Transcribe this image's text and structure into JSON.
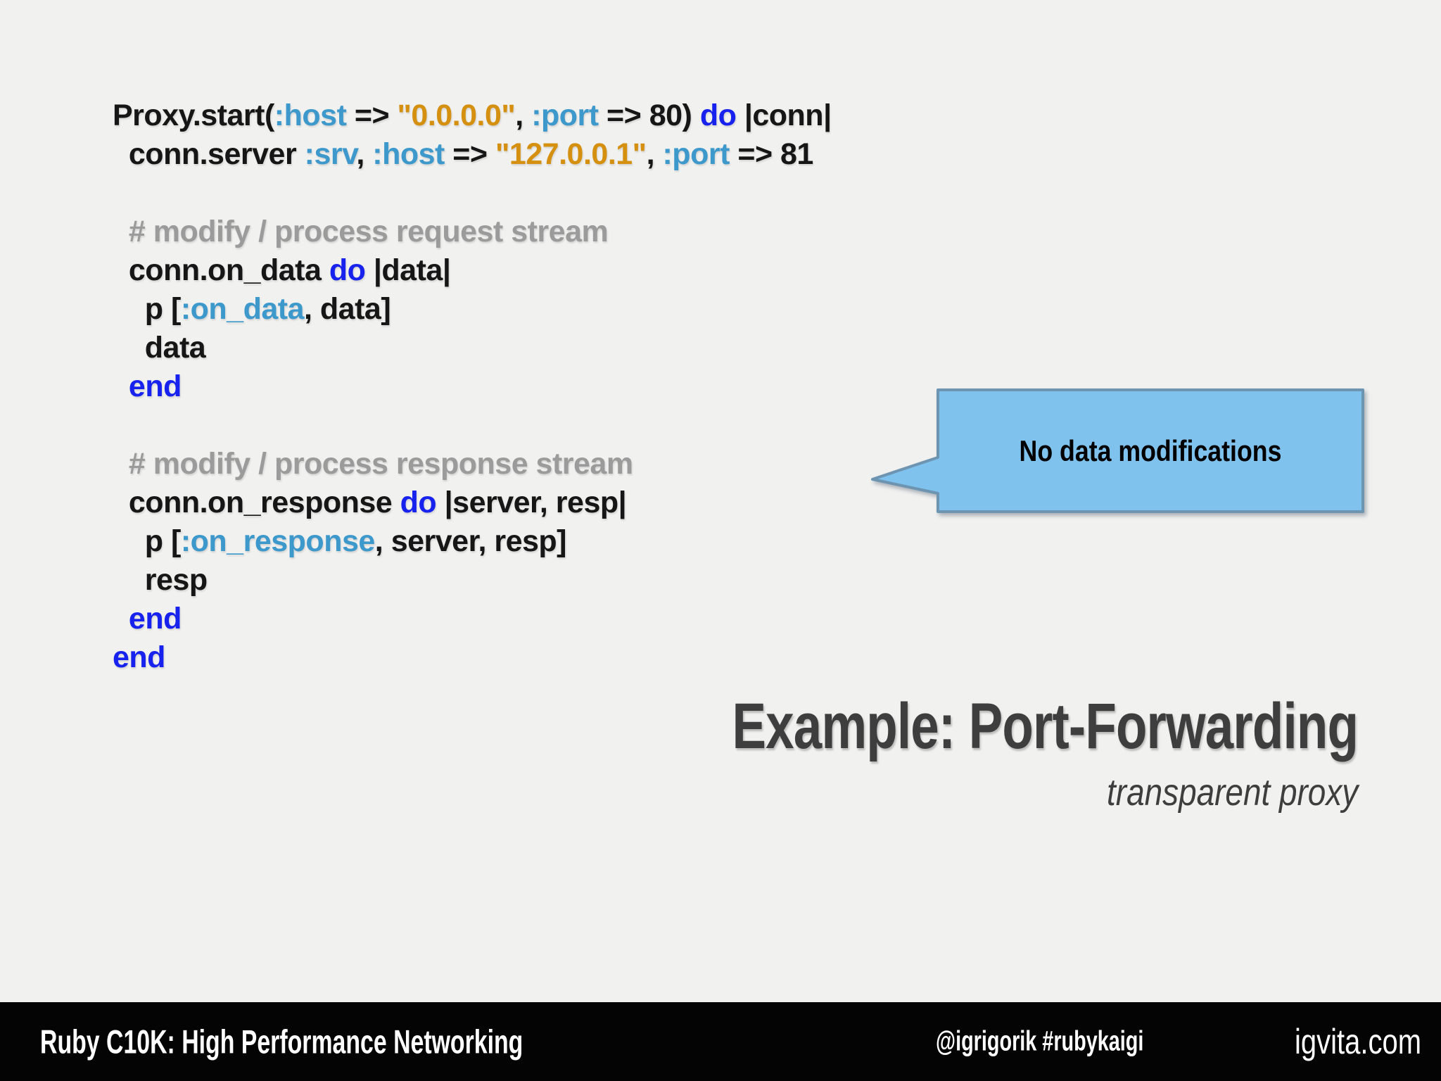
{
  "slide": {
    "background_color": "#f1f1f0",
    "code": {
      "syntax_colors": {
        "plain": "#161616",
        "symbol": "#3d99cc",
        "string": "#d4900e",
        "keyword": "#1822ee",
        "comment": "#9c9b9b"
      },
      "lines": [
        {
          "segments": [
            {
              "text": "Proxy.start(",
              "style": "plain"
            },
            {
              "text": ":host",
              "style": "symbol"
            },
            {
              "text": " => ",
              "style": "plain"
            },
            {
              "text": "\"0.0.0.0\"",
              "style": "string"
            },
            {
              "text": ", ",
              "style": "plain"
            },
            {
              "text": ":port",
              "style": "symbol"
            },
            {
              "text": " => 80) ",
              "style": "plain"
            },
            {
              "text": "do",
              "style": "keyword"
            },
            {
              "text": " |conn|",
              "style": "plain"
            }
          ]
        },
        {
          "segments": [
            {
              "text": "  conn.server ",
              "style": "plain"
            },
            {
              "text": ":srv",
              "style": "symbol"
            },
            {
              "text": ", ",
              "style": "plain"
            },
            {
              "text": ":host",
              "style": "symbol"
            },
            {
              "text": " => ",
              "style": "plain"
            },
            {
              "text": "\"127.0.0.1\"",
              "style": "string"
            },
            {
              "text": ", ",
              "style": "plain"
            },
            {
              "text": ":port",
              "style": "symbol"
            },
            {
              "text": " => 81",
              "style": "plain"
            }
          ]
        },
        {
          "segments": []
        },
        {
          "segments": [
            {
              "text": "  # modify / process request stream",
              "style": "comment"
            }
          ]
        },
        {
          "segments": [
            {
              "text": "  conn.on_data ",
              "style": "plain"
            },
            {
              "text": "do",
              "style": "keyword"
            },
            {
              "text": " |data|",
              "style": "plain"
            }
          ]
        },
        {
          "segments": [
            {
              "text": "    p [",
              "style": "plain"
            },
            {
              "text": ":on_data",
              "style": "symbol"
            },
            {
              "text": ", data]",
              "style": "plain"
            }
          ]
        },
        {
          "segments": [
            {
              "text": "    data",
              "style": "plain"
            }
          ]
        },
        {
          "segments": [
            {
              "text": "  ",
              "style": "plain"
            },
            {
              "text": "end",
              "style": "keyword"
            }
          ]
        },
        {
          "segments": []
        },
        {
          "segments": [
            {
              "text": "  # modify / process response stream",
              "style": "comment"
            }
          ]
        },
        {
          "segments": [
            {
              "text": "  conn.on_response ",
              "style": "plain"
            },
            {
              "text": "do",
              "style": "keyword"
            },
            {
              "text": " |server, resp|",
              "style": "plain"
            }
          ]
        },
        {
          "segments": [
            {
              "text": "    p [",
              "style": "plain"
            },
            {
              "text": ":on_response",
              "style": "symbol"
            },
            {
              "text": ", server, resp]",
              "style": "plain"
            }
          ]
        },
        {
          "segments": [
            {
              "text": "    resp",
              "style": "plain"
            }
          ]
        },
        {
          "segments": [
            {
              "text": "  ",
              "style": "plain"
            },
            {
              "text": "end",
              "style": "keyword"
            }
          ]
        },
        {
          "segments": [
            {
              "text": "end",
              "style": "keyword"
            }
          ]
        }
      ]
    },
    "callout": {
      "label": "No data modifications",
      "fill_color": "#7fc2ee",
      "border_color": "#6d94b1"
    },
    "title": "Example: Port-Forwarding",
    "subtitle": "transparent proxy",
    "footer": {
      "left": "Ruby C10K: High Performance Networking",
      "center": "@igrigorik #rubykaigi",
      "right": "igvita.com",
      "background_color": "#040404",
      "text_color": "#ffffff"
    }
  }
}
